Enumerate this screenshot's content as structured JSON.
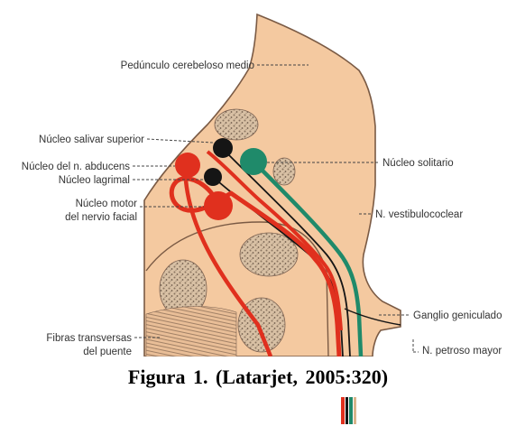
{
  "labels": {
    "pedunculo": "Pedúnculo cerebeloso medio",
    "salivar": "Núcleo salivar superior",
    "abducens": "Núcleo del n. abducens",
    "lagrimal": "Núcleo lagrimal",
    "motor_1": "Núcleo motor",
    "motor_2": "del nervio facial",
    "fibras_1": "Fibras transversas",
    "fibras_2": "del puente",
    "solitario": "Núcleo solitario",
    "vestibulo": "N. vestibulococlear",
    "ganglio": "Ganglio geniculado",
    "petroso": "N. petroso mayor"
  },
  "caption": "Figura 1. (Latarjet, 2005:320)",
  "colors": {
    "tissue": "#f4c9a0",
    "tissue_outline": "#7a5a44",
    "motor_nerve": "#e0301e",
    "sensory_nerve": "#1f8a6a",
    "parasympathetic_nuclei": "#151515",
    "leader_lines": "#444444"
  }
}
